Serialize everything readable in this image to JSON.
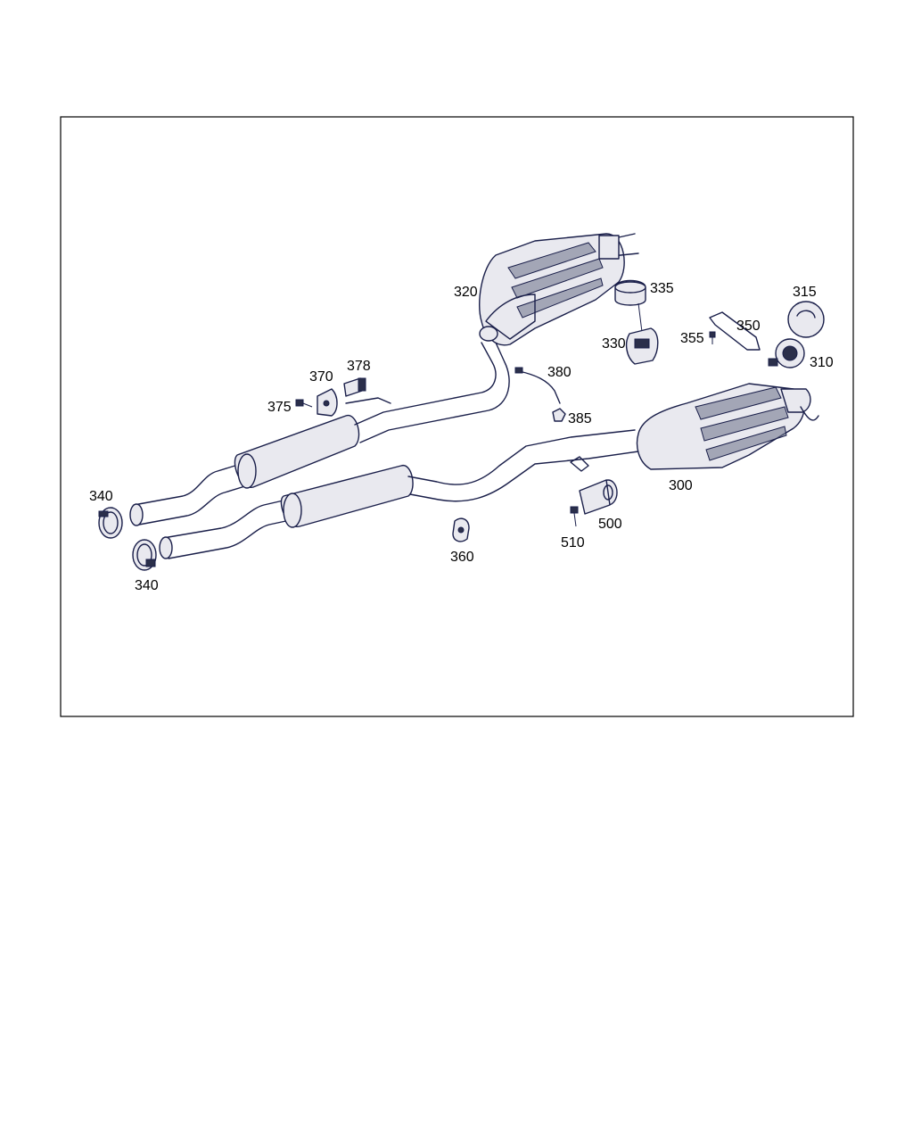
{
  "callouts": {
    "c300": "300",
    "c310": "310",
    "c315": "315",
    "c320": "320",
    "c330": "330",
    "c335": "335",
    "c340a": "340",
    "c340b": "340",
    "c350": "350",
    "c355": "355",
    "c360": "360",
    "c370": "370",
    "c375": "375",
    "c378": "378",
    "c380": "380",
    "c385": "385",
    "c500": "500",
    "c510": "510"
  }
}
